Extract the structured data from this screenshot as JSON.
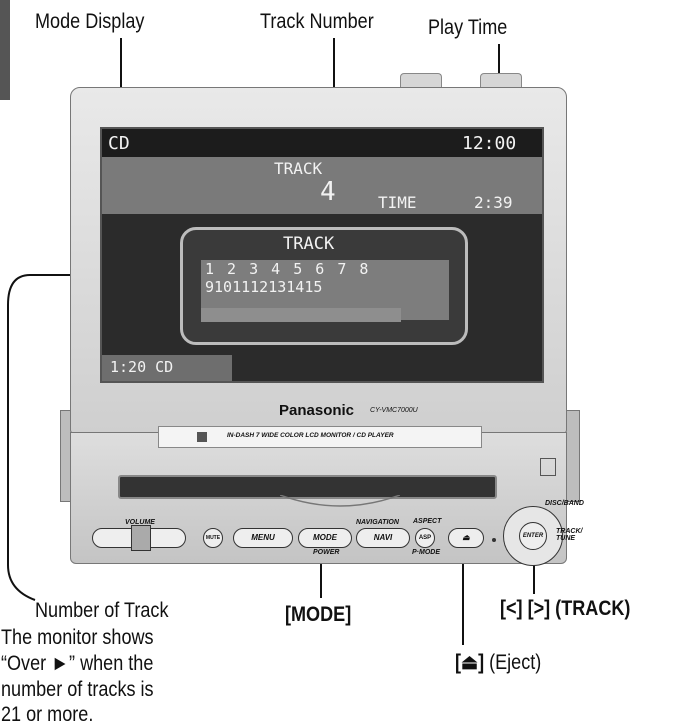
{
  "callouts": {
    "mode_display": "Mode Display",
    "track_number": "Track Number",
    "play_time": "Play Time",
    "number_of_track": "Number of Track",
    "note_line1": "The monitor shows",
    "note_line2": "“Over ►” when the",
    "note_line3": "number of tracks is",
    "note_line4": "21 or more.",
    "mode_button": "[MODE]",
    "eject_symbol": "[⏏]",
    "eject_text": " (Eject)",
    "track_button": "[<] [>] (TRACK)"
  },
  "screen": {
    "mode": "CD",
    "clock": "12:00",
    "track_label": "TRACK",
    "track_number": "4",
    "time_label": "TIME",
    "play_time": "2:39",
    "grid_label": "TRACK",
    "grid_row1": "1 2 3 4 5 6 7 8",
    "grid_row2": "9101112131415",
    "status": "1:20 CD"
  },
  "device": {
    "brand": "Panasonic",
    "model": "CY-VMC7000U",
    "plate_text": "IN-DASH 7 WIDE COLOR LCD MONITOR / CD PLAYER",
    "volume": "VOLUME",
    "mute": "MUTE",
    "menu": "MENU",
    "mode": "MODE",
    "power": "POWER",
    "navigation": "NAVIGATION",
    "navi": "NAVI",
    "aspect": "ASPECT",
    "asp": "ASP",
    "pmode": "P·MODE",
    "enter": "ENTER",
    "disc_band": "DISC/BAND",
    "track_tune": "TRACK/ TUNE"
  }
}
